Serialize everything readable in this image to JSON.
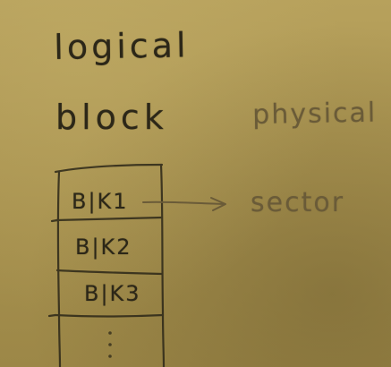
{
  "heading": {
    "line1": "logical",
    "line2": "block"
  },
  "physical_label": "physical",
  "sector_label": "sector",
  "blocks": [
    "B|K1",
    "B|K2",
    "B|K3"
  ],
  "colors": {
    "board": "#b09a57",
    "marker_dark": "#2c2718",
    "marker_faint": "#6a5b38"
  }
}
